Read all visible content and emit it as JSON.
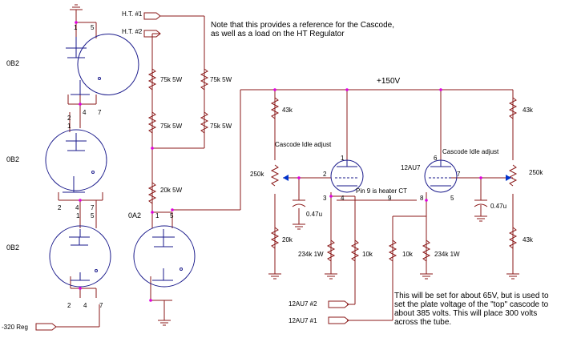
{
  "connectors": {
    "ht1": "H.T. #1",
    "ht2": "H.T. #2",
    "neg_reg": "-320 Reg",
    "u_12au7_2": "12AU7 #2",
    "u_12au7_1": "12AU7 #1"
  },
  "tubes": {
    "ob2_a": "0B2",
    "ob2_b": "0B2",
    "ob2_c": "0B2",
    "oa2": "0A2",
    "v12au7": "12AU7"
  },
  "resistors": {
    "r75_1": "75k 5W",
    "r75_2": "75k 5W",
    "r75_3": "75k 5W",
    "r75_4": "75k 5W",
    "r20k5w": "20k 5W",
    "r43k_l": "43k",
    "r43k_r1": "43k",
    "r43k_r2": "43k",
    "pot_l": "250k",
    "pot_r": "250k",
    "r20k": "20k",
    "r234_l": "234k 1W",
    "r234_r": "234k 1W",
    "r10k_l": "10k",
    "r10k_r": "10k",
    "c_l": "0.47u",
    "c_r": "0.47u"
  },
  "labels": {
    "supply": "+150V",
    "idle_l": "Cascode Idle adjust",
    "idle_r": "Cascode Idle adjust",
    "heater": "Pin 9 is heater CT"
  },
  "pins": {
    "a1": "1",
    "a5": "5",
    "b2": "2",
    "b1": "1",
    "b4": "4",
    "b7": "7",
    "b2b": "2",
    "b4b": "4",
    "b7b": "7",
    "c1": "1",
    "c5": "5",
    "c2": "2",
    "c4": "4",
    "c7": "7",
    "o1": "1",
    "o5": "5",
    "t1": "1",
    "t2": "2",
    "t3": "3",
    "t4": "4",
    "t6": "6",
    "t7": "7",
    "t8": "8",
    "t5": "5",
    "t9": "9"
  },
  "notes": {
    "top_1": "Note that this provides a reference for the Cascode,",
    "top_2": "as well as a load on the HT Regulator",
    "bot_1": "This will be set for about 65V, but is used to",
    "bot_2": "set the plate voltage of the \"top\" cascode to",
    "bot_3": "about 385 volts. This will place 300 volts",
    "bot_4": "across the tube."
  }
}
